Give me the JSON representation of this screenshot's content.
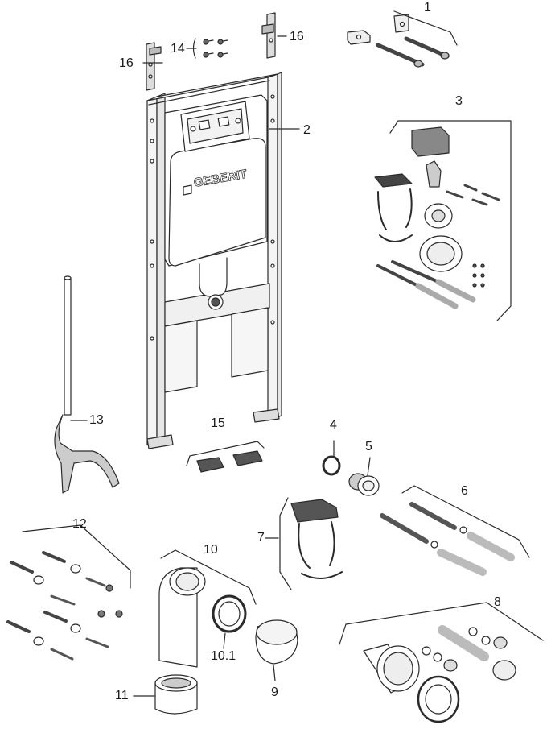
{
  "title": "Exploded parts view - concealed WC installation frame",
  "brand": "GEBERIT",
  "callouts": {
    "c1": "1",
    "c2": "2",
    "c3": "3",
    "c4": "4",
    "c5": "5",
    "c6": "6",
    "c7": "7",
    "c8": "8",
    "c9": "9",
    "c10": "10",
    "c10_1": "10.1",
    "c11": "11",
    "c12": "12",
    "c13": "13",
    "c14": "14",
    "c15": "15",
    "c16_left": "16",
    "c16_right": "16"
  },
  "colors": {
    "line": "#2a2a2a",
    "fill": "#ffffff",
    "shade": "#d9d9d9",
    "dark": "#555555"
  }
}
